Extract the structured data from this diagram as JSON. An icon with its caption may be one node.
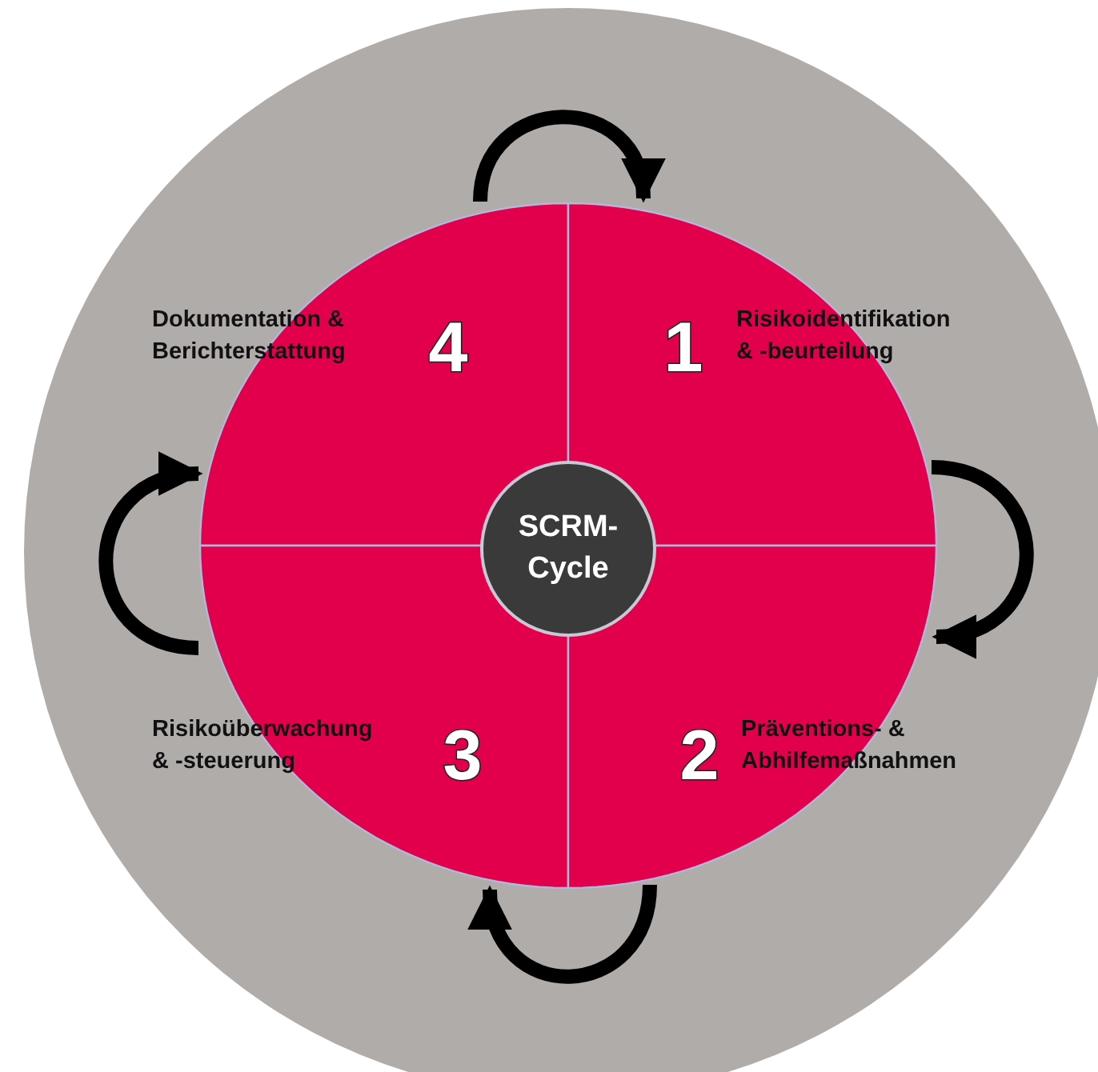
{
  "diagram": {
    "nodes": [
      {
        "text": [
          "Dokumentation & Berichterstattung",
          "4"
        ]
      },
      {
        "text": [
          "1",
          "Risikoidentifikation & -beurteilung"
        ]
      },
      {
        "text": [
          "Risikoüberwachung & -steuerung",
          "3"
        ]
      },
      {
        "text": [
          "2",
          "Präventions- & Abhilfemaßnahmen"
        ]
      },
      {
        "text": [
          "SCRM- Cycle"
        ]
      }
    ],
    "edges": [
      {
        "from": 0,
        "to": 1,
        "arrow": "to"
      },
      {
        "from": 1,
        "to": 3,
        "arrow": "to"
      },
      {
        "from": 3,
        "to": 2,
        "arrow": "to"
      },
      {
        "from": 2,
        "to": 0,
        "arrow": "to"
      }
    ]
  }
}
